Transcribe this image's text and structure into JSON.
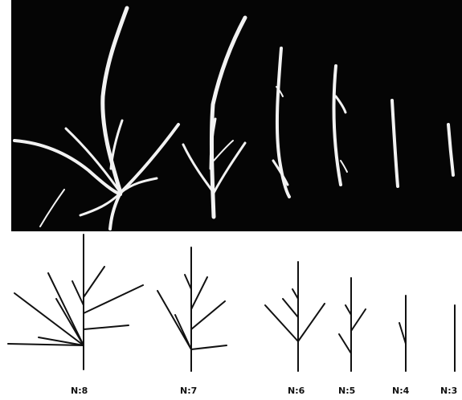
{
  "figure": {
    "photo": {
      "description_free": true
    },
    "diagram_labels": [
      {
        "id": "n8",
        "text": "N:8"
      },
      {
        "id": "n7",
        "text": "N:7"
      },
      {
        "id": "n6",
        "text": "N:6"
      },
      {
        "id": "n5",
        "text": "N:5"
      },
      {
        "id": "n4",
        "text": "N:4"
      },
      {
        "id": "n3",
        "text": "N:3"
      }
    ]
  }
}
